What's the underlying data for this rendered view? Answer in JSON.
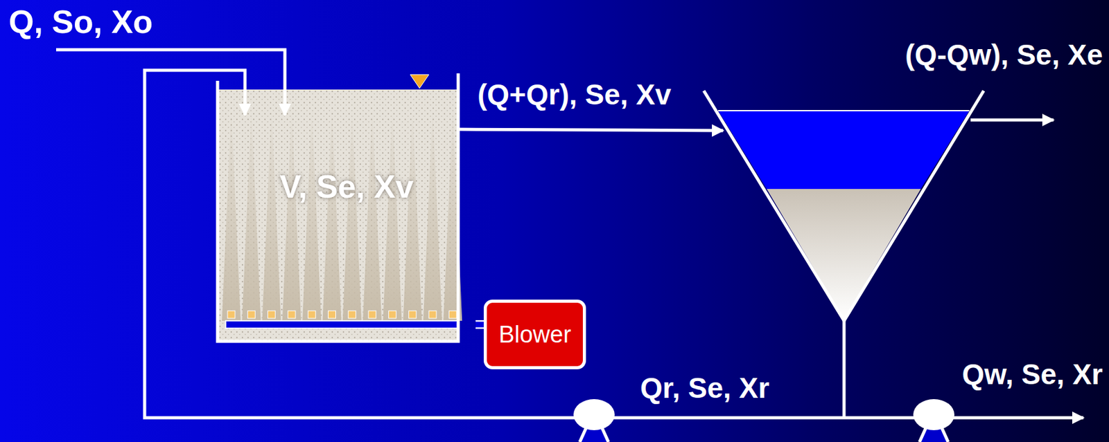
{
  "diagram": {
    "nodes": [
      {
        "text": [
          "V, Se, Xv"
        ]
      },
      {
        "text": [
          "Blower"
        ]
      }
    ],
    "edges": [
      {
        "from": 1,
        "to": 0,
        "arrow": "none"
      }
    ],
    "labels": [
      "Q, So, Xo",
      "(Q+Qr), Se, Xv",
      "(Q-Qw), Se, Xe",
      "Qr, Se, Xr",
      "Qw, Se, Xr"
    ]
  }
}
